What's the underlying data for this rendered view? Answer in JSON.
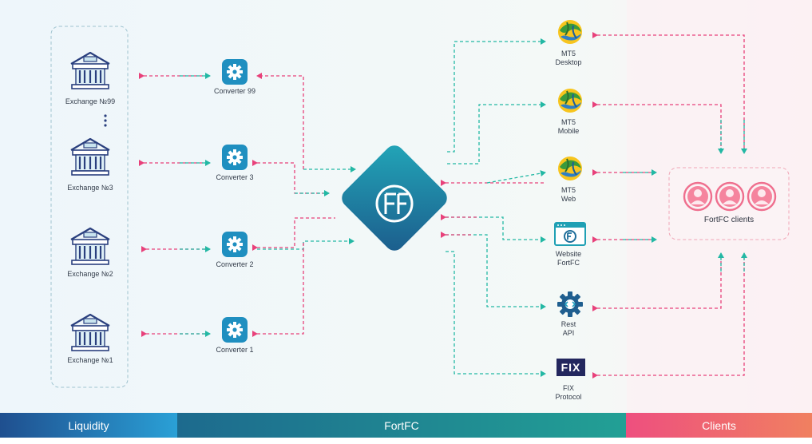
{
  "exchanges": [
    {
      "label": "Exchange №99"
    },
    {
      "label": "Exchange №3"
    },
    {
      "label": "Exchange №2"
    },
    {
      "label": "Exchange №1"
    }
  ],
  "converters": [
    {
      "label": "Converter 99"
    },
    {
      "label": "Converter 3"
    },
    {
      "label": "Converter 2"
    },
    {
      "label": "Converter 1"
    }
  ],
  "services": [
    {
      "line1": "MT5",
      "line2": "Desktop"
    },
    {
      "line1": "MT5",
      "line2": "Mobile"
    },
    {
      "line1": "MT5",
      "line2": "Web"
    },
    {
      "line1": "Website",
      "line2": "FortFC"
    },
    {
      "line1": "Rest",
      "line2": "API"
    },
    {
      "line1": "FIX",
      "line2": "Protocol"
    }
  ],
  "fix_badge": "FIX",
  "clients": {
    "label": "FortFC clients"
  },
  "bottom_bar": {
    "liquidity": "Liquidity",
    "fortfc": "FortFC",
    "clients": "Clients"
  },
  "colors": {
    "teal": "#23b8a4",
    "pink": "#e8417a",
    "navy": "#2a3f7e",
    "hub_start": "#1b8fa8",
    "hub_end": "#1f5e8f",
    "client_pink": "#f07a96",
    "bar_liquidity": "#2a6fb0",
    "bar_fortfc": "#1e8f8c",
    "bar_clients": "#f0708a"
  }
}
